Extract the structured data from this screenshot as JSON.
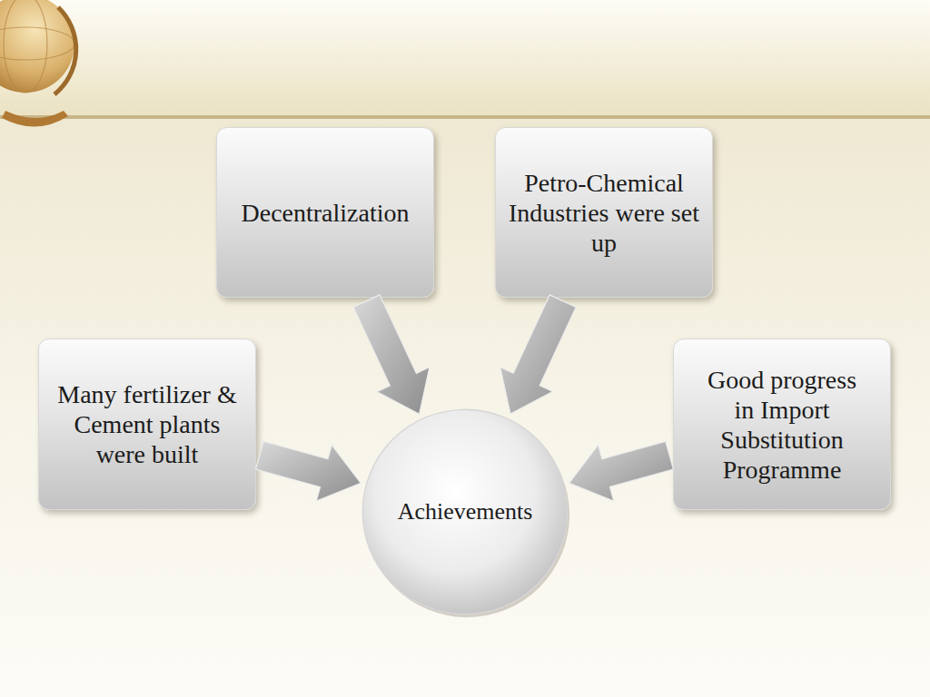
{
  "diagram": {
    "nodes": [
      {
        "text": [
          "Decentralization"
        ]
      },
      {
        "text": [
          "Petro-Chemical Industries were set up"
        ]
      },
      {
        "text": [
          "Many fertilizer & Cement plants were built"
        ]
      },
      {
        "text": [
          "Good progress in Import Substitution Programme"
        ]
      },
      {
        "text": [
          "Achievements"
        ]
      }
    ],
    "edges": [
      {
        "from": 0,
        "to": 4,
        "arrow": "to"
      },
      {
        "from": 1,
        "to": 4,
        "arrow": "to"
      },
      {
        "from": 2,
        "to": 4,
        "arrow": "to"
      },
      {
        "from": 3,
        "to": 4,
        "arrow": "to"
      }
    ]
  }
}
